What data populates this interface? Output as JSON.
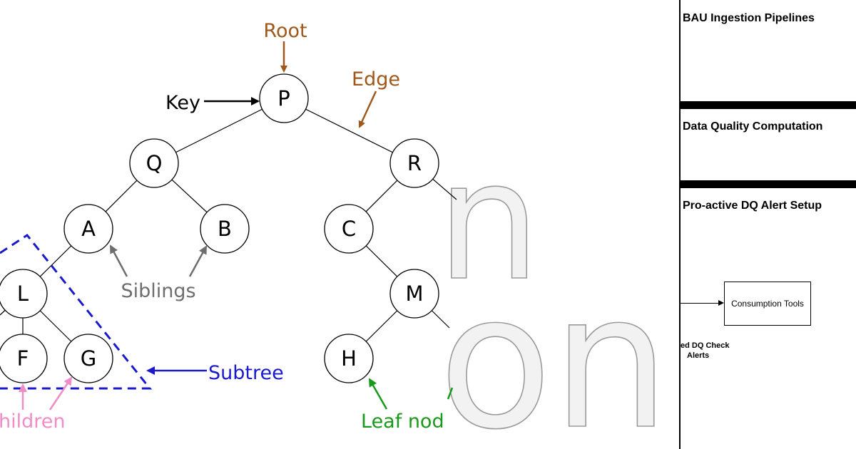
{
  "tree": {
    "nodes": {
      "P": "P",
      "Q": "Q",
      "R": "R",
      "A": "A",
      "B": "B",
      "C": "C",
      "L": "L",
      "M": "M",
      "F": "F",
      "G": "G",
      "H": "H"
    },
    "annotations": {
      "root": "Root",
      "edge": "Edge",
      "key": "Key",
      "siblings": "Siblings",
      "subtree": "Subtree",
      "children": "hildren",
      "leaf": "Leaf nod"
    },
    "colors": {
      "root": "#a0571a",
      "edge": "#a0571a",
      "key": "#000000",
      "siblings": "#6e6e6e",
      "subtree": "#1a1acc",
      "children": "#f08cc8",
      "leaf": "#1a9a1a"
    },
    "background_text": {
      "top": "n",
      "bottom": "on"
    }
  },
  "panel": {
    "sections": [
      {
        "title": "BAU Ingestion Pipelines"
      },
      {
        "title": "Data Quality Computation"
      },
      {
        "title": "Pro-active DQ Alert Setup"
      }
    ],
    "consumption_box_label": "Consumption Tools",
    "dq_text_line1": "ed DQ Check",
    "dq_text_line2": "Alerts"
  }
}
